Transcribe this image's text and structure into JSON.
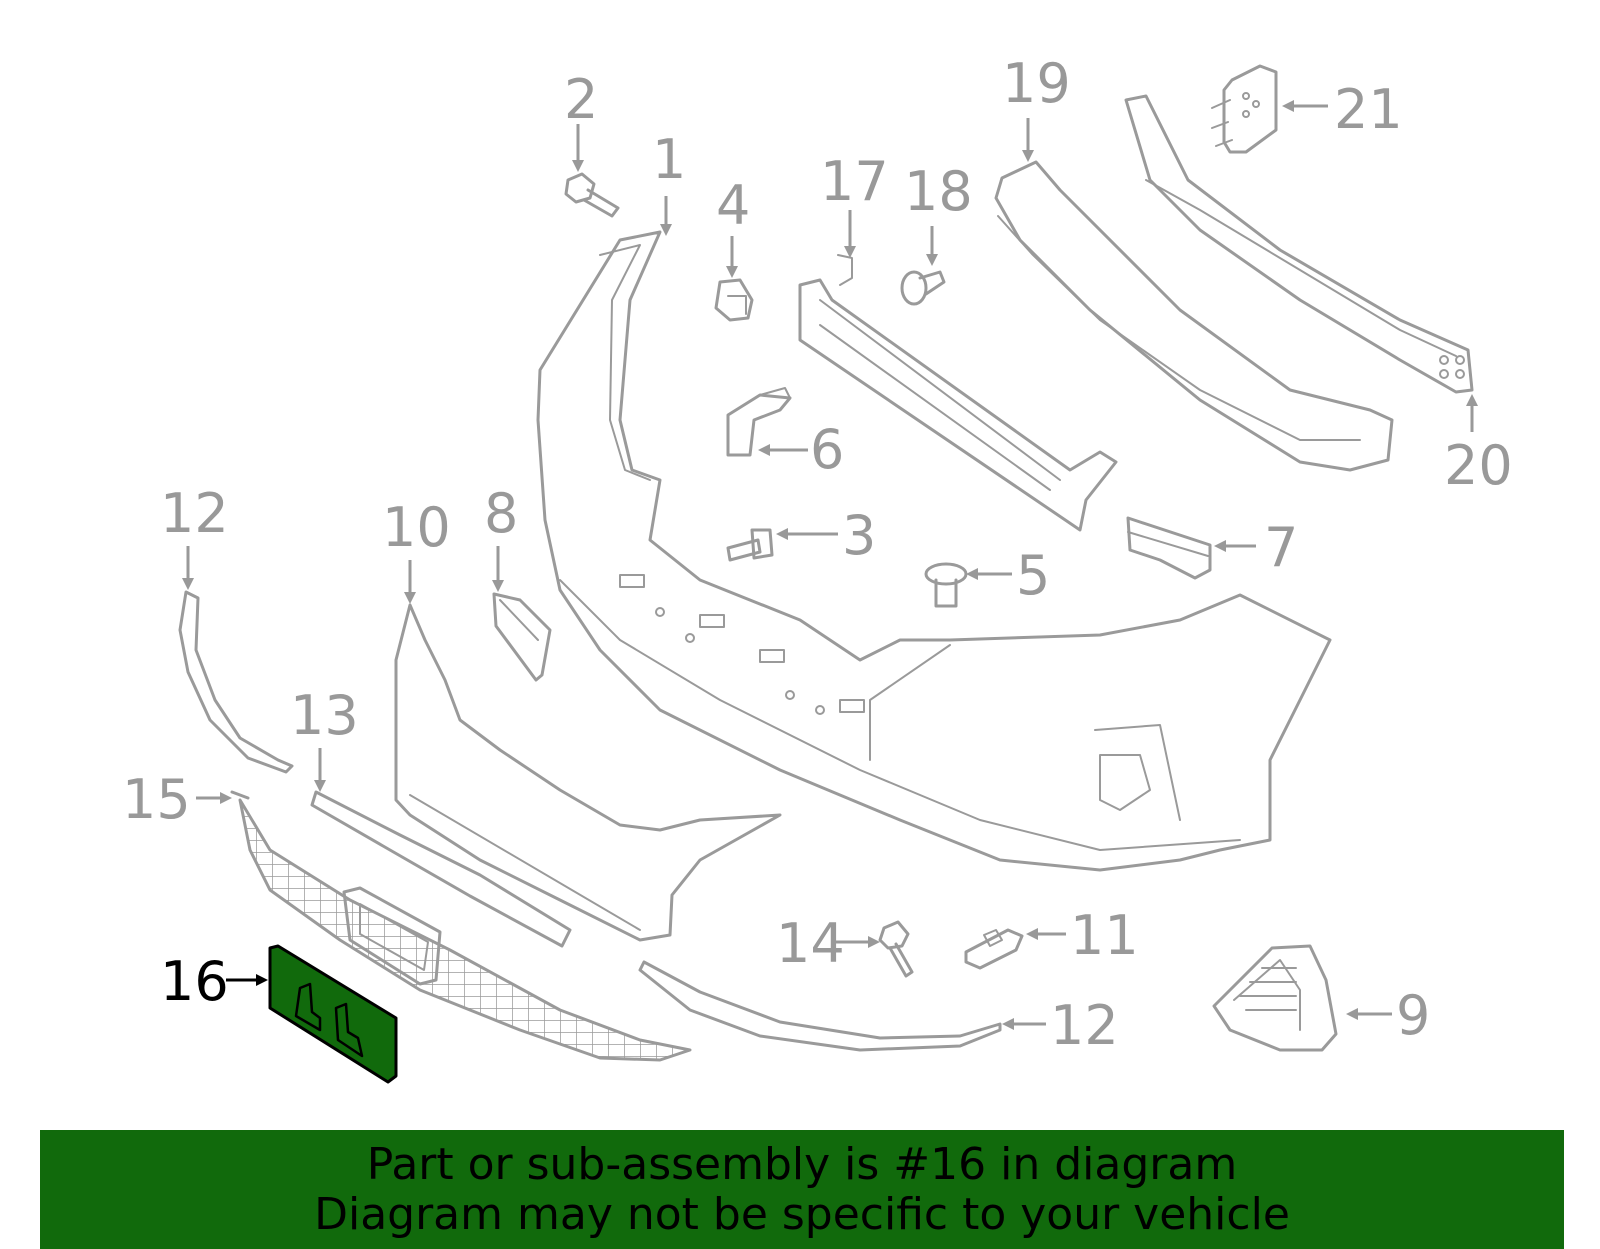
{
  "diagram": {
    "highlight_part": "16",
    "highlight_color": "#116a0c",
    "part_color": "#9a9a9a",
    "callouts": {
      "c1": "1",
      "c2": "2",
      "c3": "3",
      "c4": "4",
      "c5": "5",
      "c6": "6",
      "c7": "7",
      "c8": "8",
      "c9": "9",
      "c10": "10",
      "c11": "11",
      "c12a": "12",
      "c12b": "12",
      "c13": "13",
      "c14": "14",
      "c15": "15",
      "c16": "16",
      "c17": "17",
      "c18": "18",
      "c19": "19",
      "c20": "20",
      "c21": "21"
    }
  },
  "banner": {
    "line1": "Part or sub-assembly is #16 in diagram",
    "line2": "Diagram may not be specific to your vehicle",
    "background": "#116a0c"
  }
}
